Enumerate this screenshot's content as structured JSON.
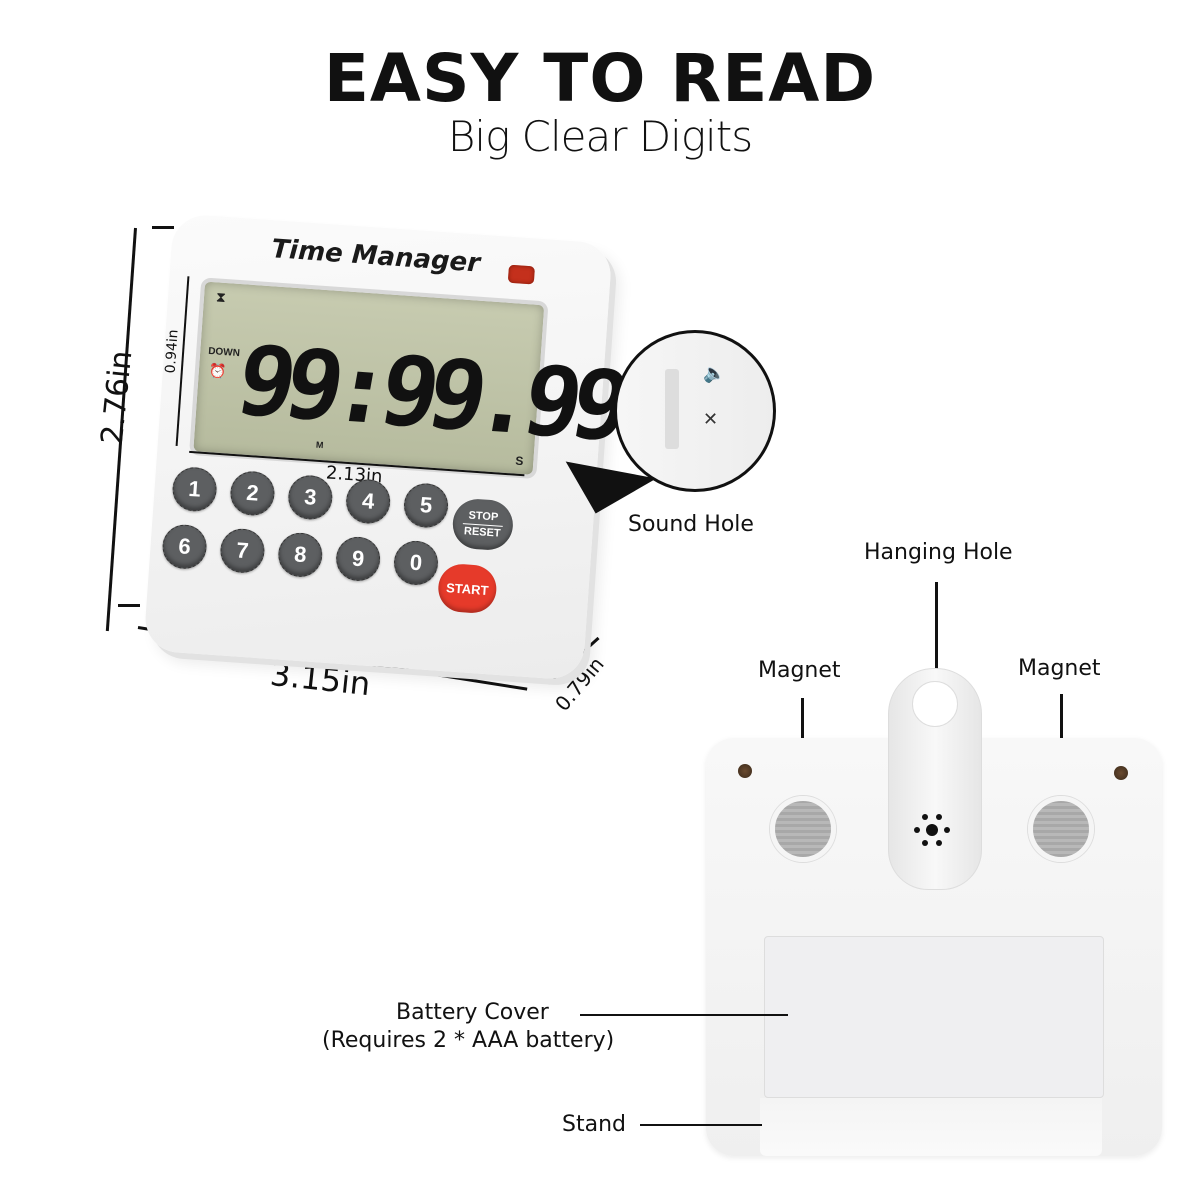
{
  "header": {
    "title": "EASY TO READ",
    "subtitle": "Big Clear Digits"
  },
  "front": {
    "brand": "Time Manager",
    "display": {
      "digits": "99:99.99",
      "mode_label": "DOWN",
      "unit_m": "M",
      "unit_s": "S"
    },
    "keys_row1": [
      "1",
      "2",
      "3",
      "4",
      "5"
    ],
    "keys_row2": [
      "6",
      "7",
      "8",
      "9",
      "0"
    ],
    "stop_label": "STOP",
    "reset_label": "RESET",
    "start_label": "START",
    "accent_colors": {
      "start": "#e63a2a",
      "led": "#c4301c",
      "keys": "#5d5f61",
      "lcd": "#c0c4a8"
    }
  },
  "dimensions": {
    "height": "2.76in",
    "display_height": "0.94in",
    "display_width": "2.13in",
    "width": "3.15in",
    "depth": "0.79in"
  },
  "callouts": {
    "sound_hole": "Sound Hole",
    "hanging_hole": "Hanging Hole",
    "magnet_left": "Magnet",
    "magnet_right": "Magnet",
    "battery_cover": "Battery Cover",
    "battery_note": "(Requires 2 * AAA battery)",
    "stand": "Stand"
  }
}
